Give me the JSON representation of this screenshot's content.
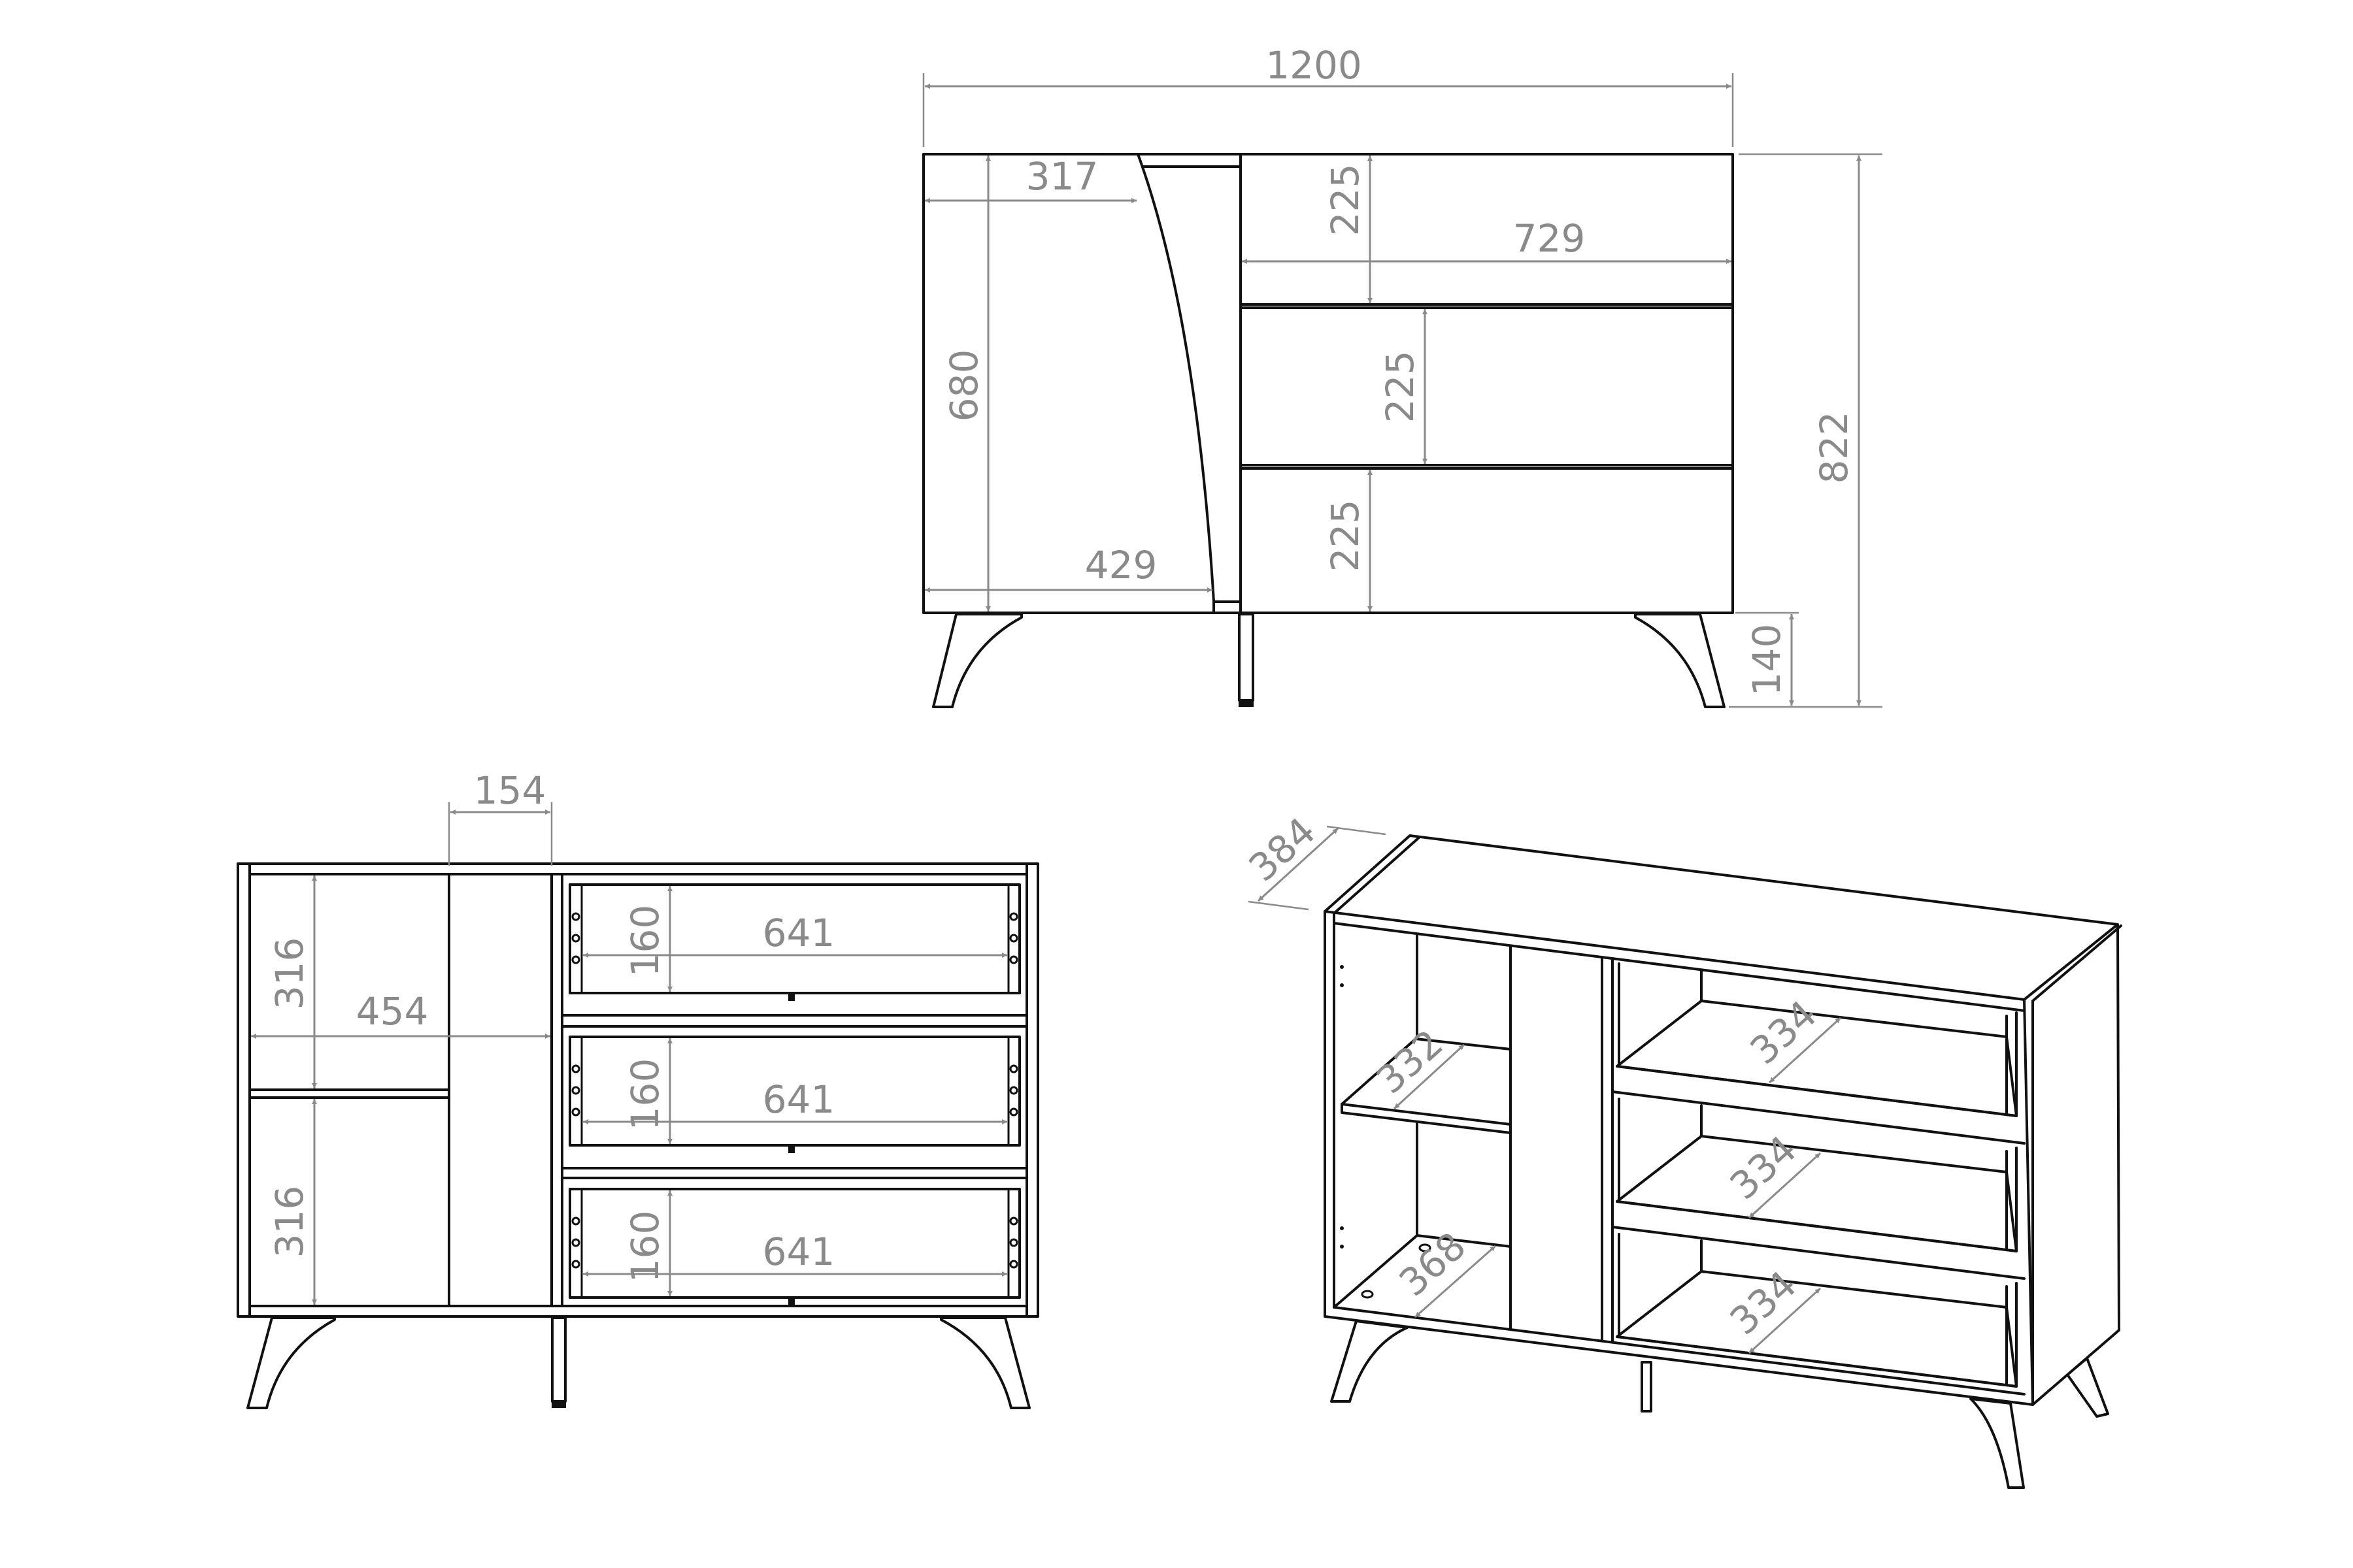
{
  "drawing": {
    "type": "furniture technical drawing (sideboard / chest of drawers)",
    "units": "mm",
    "line_color": "#111111",
    "dimension_color": "#8a8a8a",
    "background": "#ffffff"
  },
  "front_view": {
    "overall_width": "1200",
    "overall_height": "822",
    "leg_height": "140",
    "door_top_width": "317",
    "door_bottom_width": "429",
    "door_height": "680",
    "drawer_front_width": "729",
    "drawer_front_heights": [
      "225",
      "225",
      "225"
    ]
  },
  "back_view": {
    "partition_width": "154",
    "left_compartment_width": "454",
    "left_compartment_heights": [
      "316",
      "316"
    ],
    "drawer_box_heights": [
      "160",
      "160",
      "160"
    ],
    "drawer_box_widths": [
      "641",
      "641",
      "641"
    ]
  },
  "iso_view": {
    "depth": "384",
    "shelf_depth": "332",
    "bottom_depth": "368",
    "drawer_depths": [
      "334",
      "334",
      "334"
    ]
  }
}
